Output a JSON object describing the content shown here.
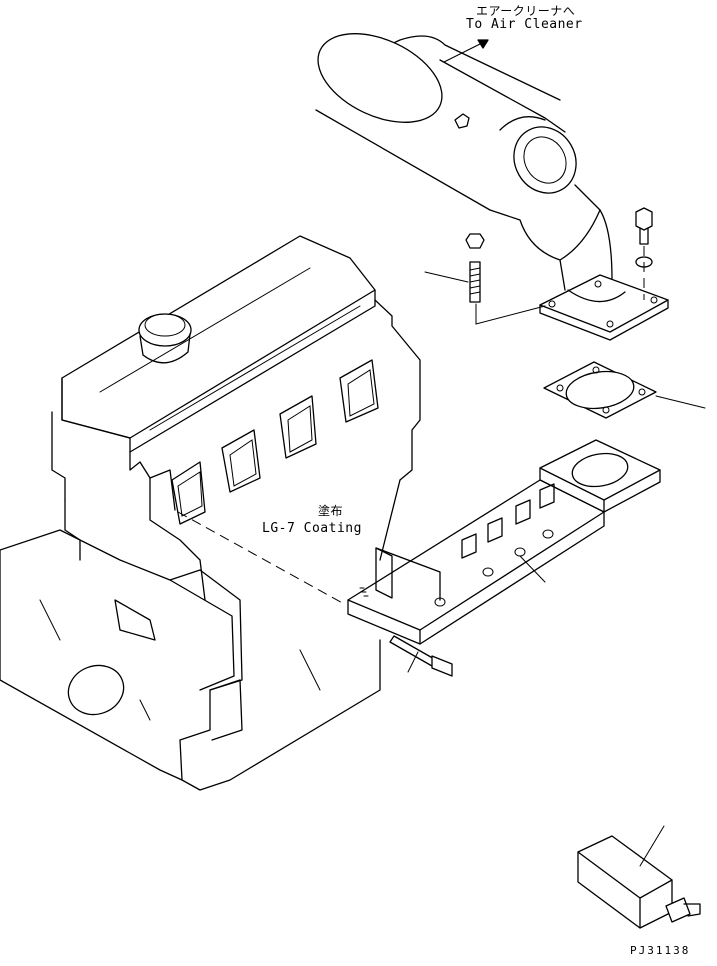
{
  "labels": {
    "air_cleaner_jp": "エアークリーナへ",
    "air_cleaner_en": "To Air Cleaner",
    "coating_jp": "塗布",
    "coating_en": "LG-7 Coating",
    "drawing_number": "PJ31138"
  }
}
